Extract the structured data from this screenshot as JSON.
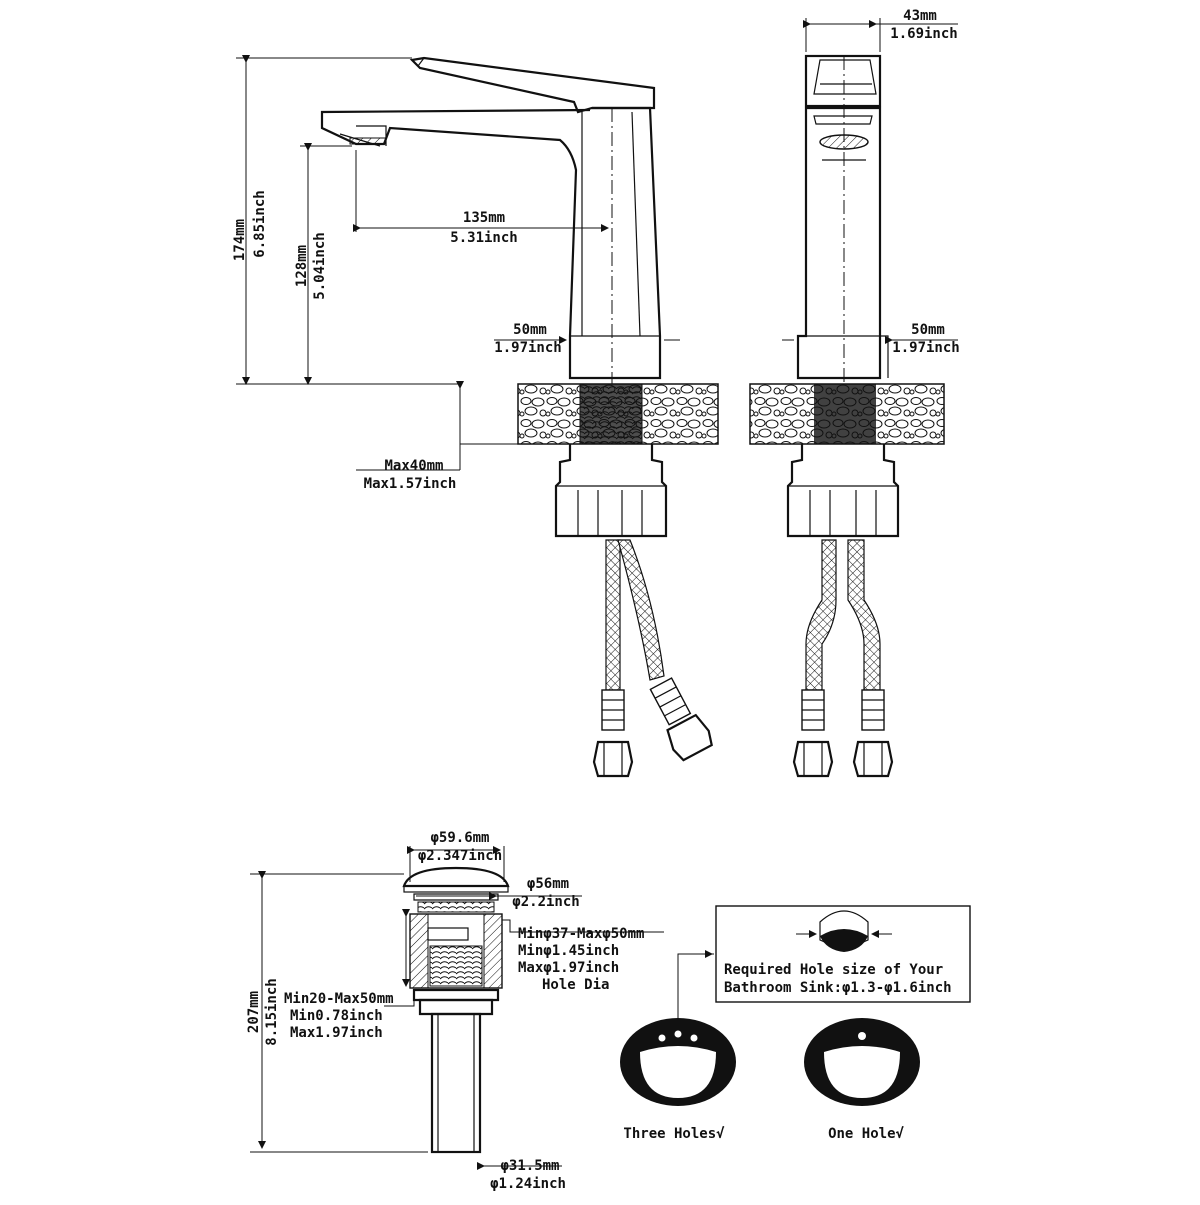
{
  "colors": {
    "ink": "#111111",
    "paper": "#ffffff"
  },
  "side_view": {
    "height_mm": "174mm",
    "height_in": "6.85inch",
    "spout_height_mm": "128mm",
    "spout_height_in": "5.04inch",
    "reach_mm": "135mm",
    "reach_in": "5.31inch",
    "base_mm": "50mm",
    "base_in": "1.97inch",
    "deck_mm": "Max40mm",
    "deck_in": "Max1.57inch"
  },
  "front_view": {
    "handle_mm": "43mm",
    "handle_in": "1.69inch",
    "base_mm": "50mm",
    "base_in": "1.97inch"
  },
  "drain": {
    "cap_mm": "φ59.6mm",
    "cap_in": "φ2.347inch",
    "flange_mm": "φ56mm",
    "flange_in": "φ2.2inch",
    "hole_range": "Minφ37-Maxφ50mm",
    "hole_min_in": "Minφ1.45inch",
    "hole_max_in": "Maxφ1.97inch",
    "hole_label": "Hole Dia",
    "thick_range": "Min20-Max50mm",
    "thick_min_in": "Min0.78inch",
    "thick_max_in": "Max1.97inch",
    "height_mm": "207mm",
    "height_in": "8.15inch",
    "tail_mm": "φ31.5mm",
    "tail_in": "φ1.24inch"
  },
  "hole_info": {
    "line1": "Required Hole size of Your",
    "line2": "Bathroom Sink:φ1.3-φ1.6inch"
  },
  "sinks": {
    "three": "Three Holes√",
    "one": "One Hole√"
  }
}
